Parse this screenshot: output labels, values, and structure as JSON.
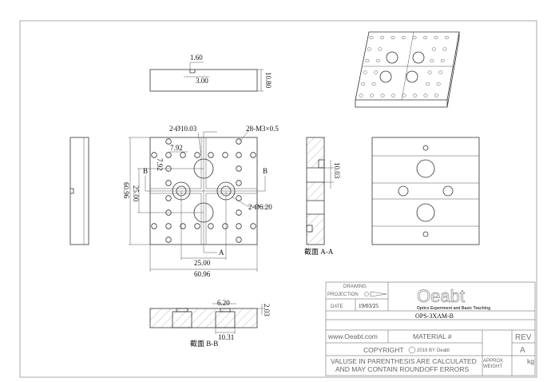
{
  "dimensions": {
    "top_view": {
      "slot_depth": "1.60",
      "slot_width": "3.00",
      "thickness": "10.80"
    },
    "front_view": {
      "big_holes": "2-Ø10.03",
      "threaded_holes": "28-M3×0.5",
      "pitch_x": "7.92",
      "pitch_y": "7.92",
      "counterbore_holes": "2-Ø6.20",
      "hole_span_y": "25.00",
      "hole_span_x": "25.00",
      "width": "60.96",
      "height": "60.96",
      "section_a": "A",
      "section_b_left": "B",
      "section_b_right": "B"
    },
    "section_aa": {
      "dimension": "10.03",
      "label": "截面 A-A"
    },
    "section_bb": {
      "bore": "6.20",
      "counterbore": "10.31",
      "depth": "2.03",
      "label": "截面 B-B"
    }
  },
  "title_block": {
    "drawing_projection": "DRAWING",
    "projection_label": "PROJECTION",
    "date_label": "DATE",
    "date": "19/03/25",
    "logo_text": "Oeabt",
    "tagline": "Optics Experiment and Basic Teaching",
    "part_number": "OPS-3XAM-B",
    "website": "www.Oeabt.com",
    "material": "MATERIAL #",
    "rev_label": "REV",
    "rev": "A",
    "copyright": "COPYRIGHT",
    "copyright_year": "2019 BY Oeabt",
    "note_line1": "VALUSE IN PARENTHESIS ARE CALCULATED",
    "note_line2": "AND MAY CONTAIN ROUNDOFF ERRORS",
    "approx": "APPROX",
    "weight": "WEIGHT",
    "unit": "kg"
  }
}
